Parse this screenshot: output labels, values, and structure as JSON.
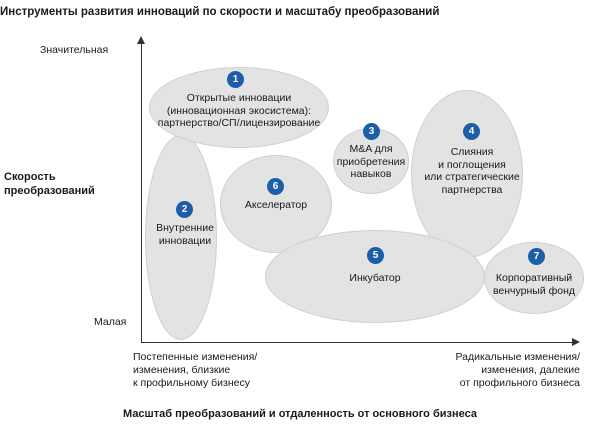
{
  "title": "Инструменты развития инноваций по скорости и масштабу преобразований",
  "y_axis": {
    "title_line1": "Скорость",
    "title_line2": "преобразований",
    "high_label": "Значительная",
    "low_label": "Малая"
  },
  "x_axis": {
    "title": "Масштаб преобразований и отдаленность от основного бизнеса",
    "left_line1": "Постепенные изменения/",
    "left_line2": "изменения, близкие",
    "left_line3": "к профильному бизнесу",
    "right_line1": "Радикальные изменения/",
    "right_line2": "изменения, далекие",
    "right_line3": "от профильного бизнеса"
  },
  "tools": [
    {
      "number": "1",
      "lines": [
        "Открытые инновации",
        "(инновационная экосистема):",
        "партнерство/СП/лицензирование"
      ]
    },
    {
      "number": "2",
      "lines": [
        "Внутренние",
        "инновации"
      ]
    },
    {
      "number": "3",
      "lines": [
        "M&A для",
        "приобретения",
        "навыков"
      ]
    },
    {
      "number": "4",
      "lines": [
        "Слияния",
        "и поглощения",
        "или стратегические",
        "партнерства"
      ]
    },
    {
      "number": "5",
      "lines": [
        "Инкубатор"
      ]
    },
    {
      "number": "6",
      "lines": [
        "Акселератор"
      ]
    },
    {
      "number": "7",
      "lines": [
        "Корпоративный",
        "венчурный фонд"
      ]
    }
  ],
  "colors": {
    "ellipse_fill": "#e3e3e3",
    "badge": "#1c5fa8",
    "axis": "#333333"
  }
}
